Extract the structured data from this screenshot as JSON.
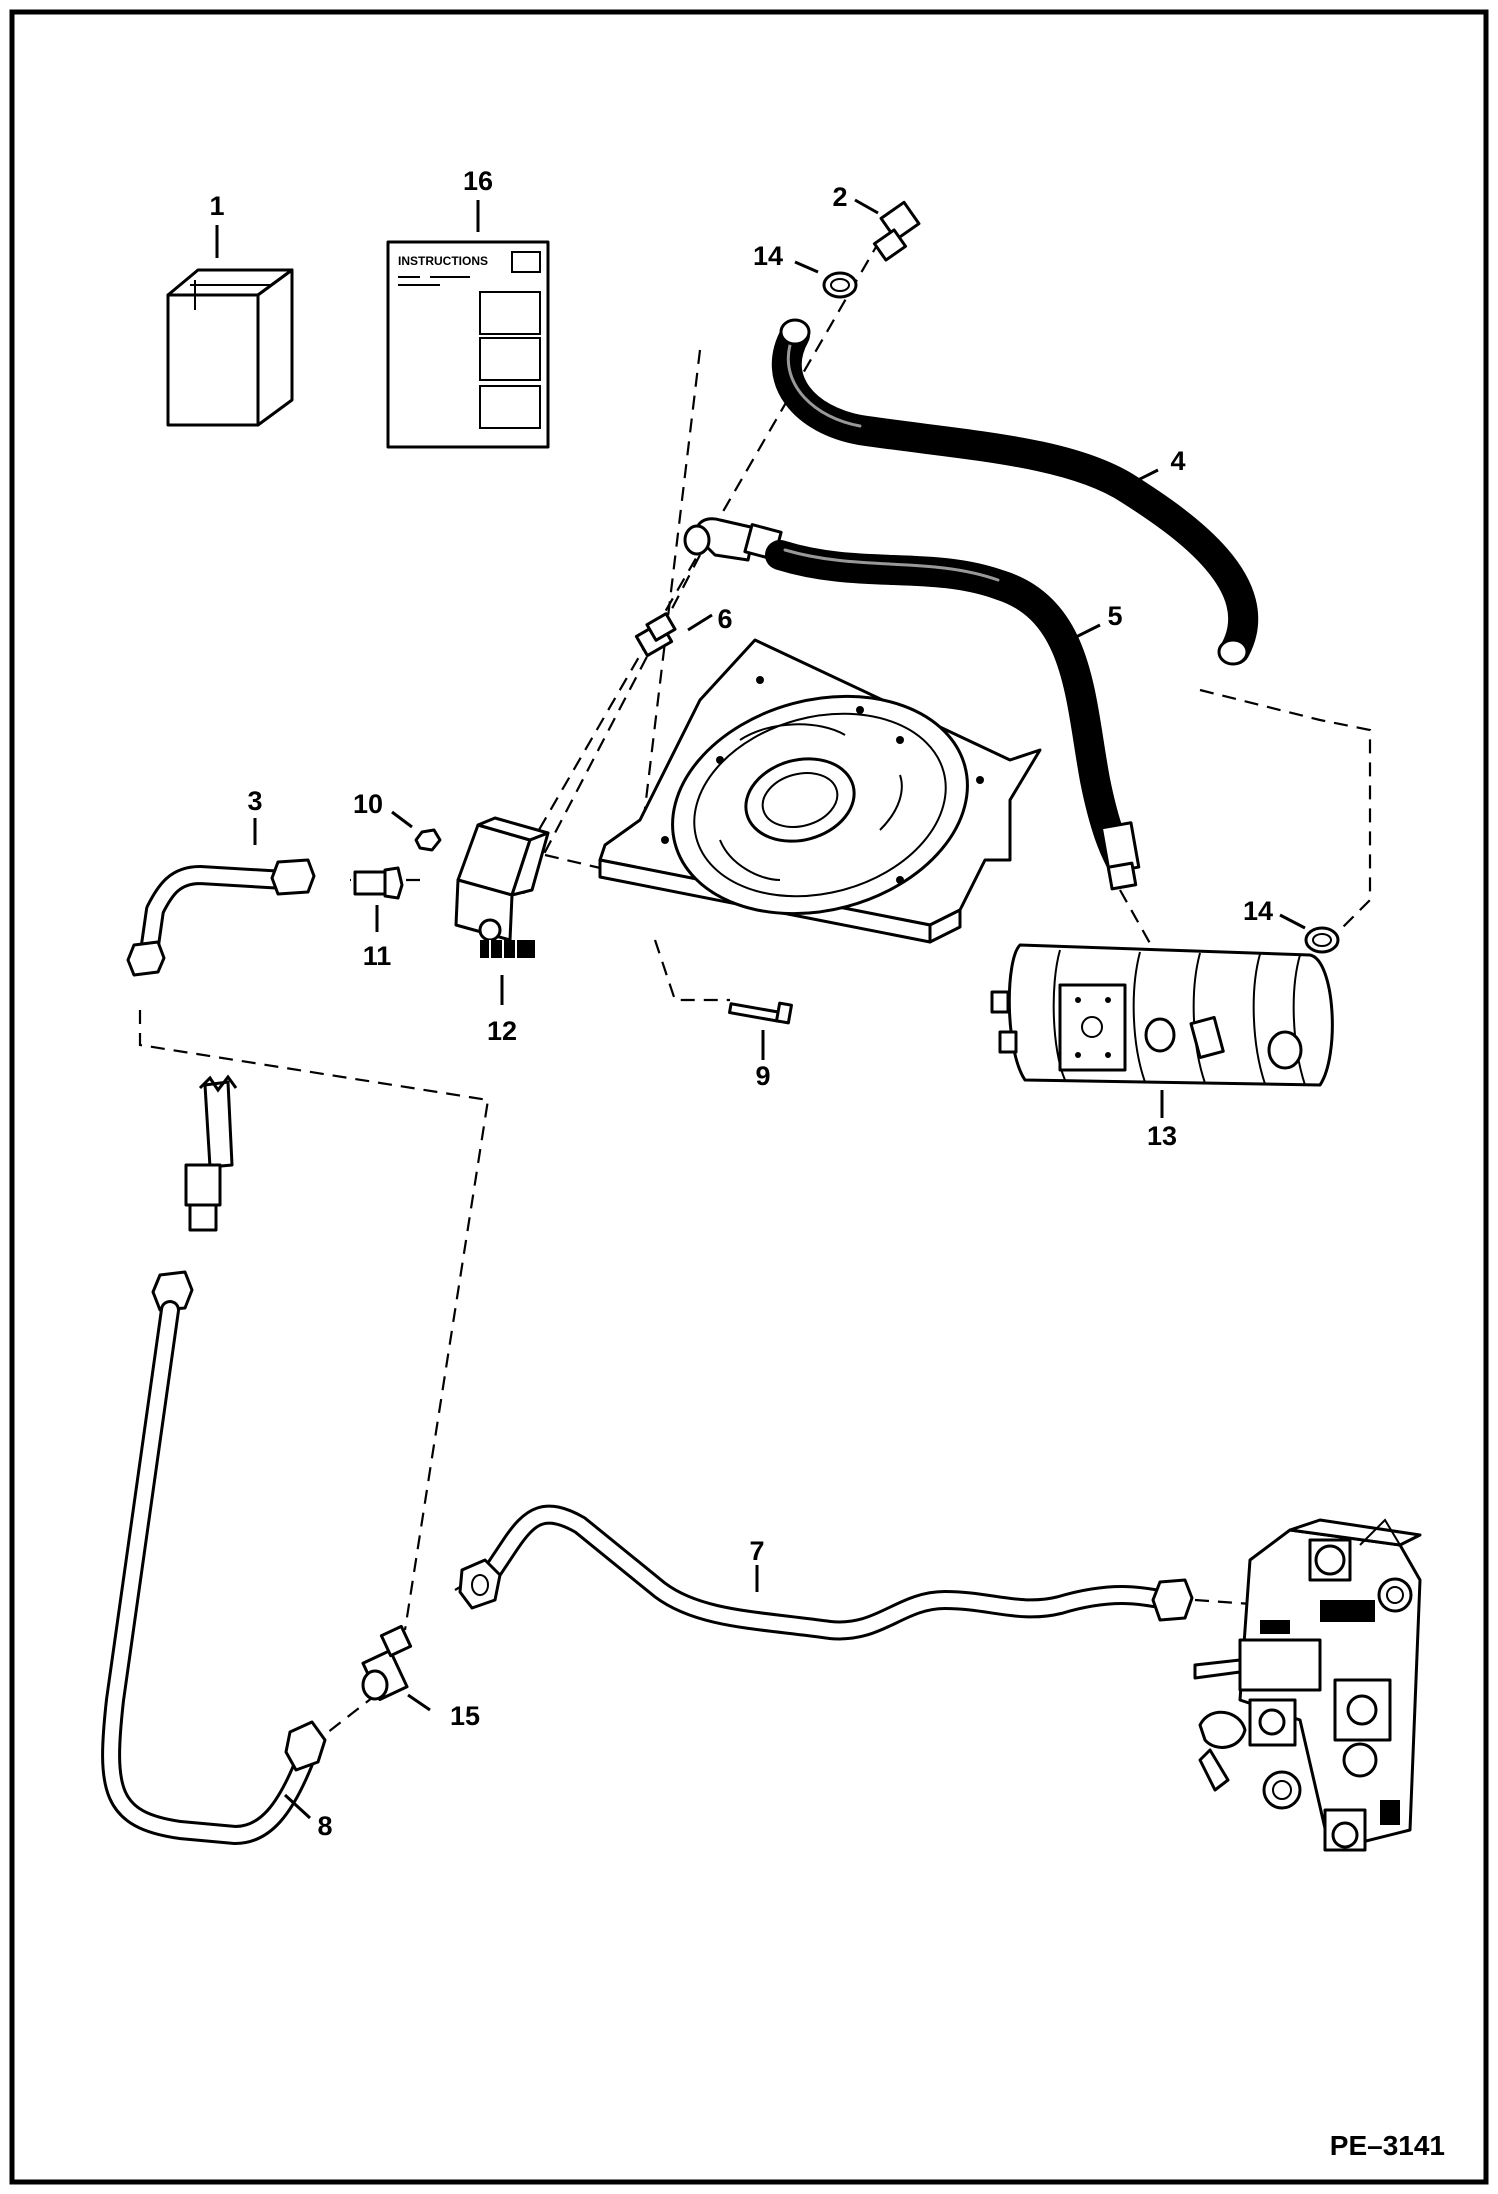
{
  "callouts": {
    "p1": "1",
    "p2": "2",
    "p3": "3",
    "p4": "4",
    "p5": "5",
    "p6": "6",
    "p7": "7",
    "p8": "8",
    "p9": "9",
    "p10": "10",
    "p11": "11",
    "p12": "12",
    "p13": "13",
    "p14a": "14",
    "p14b": "14",
    "p15": "15",
    "p16": "16"
  },
  "instructions_sheet": {
    "title": "INSTRUCTIONS"
  },
  "drawing_code": "PE–3141"
}
